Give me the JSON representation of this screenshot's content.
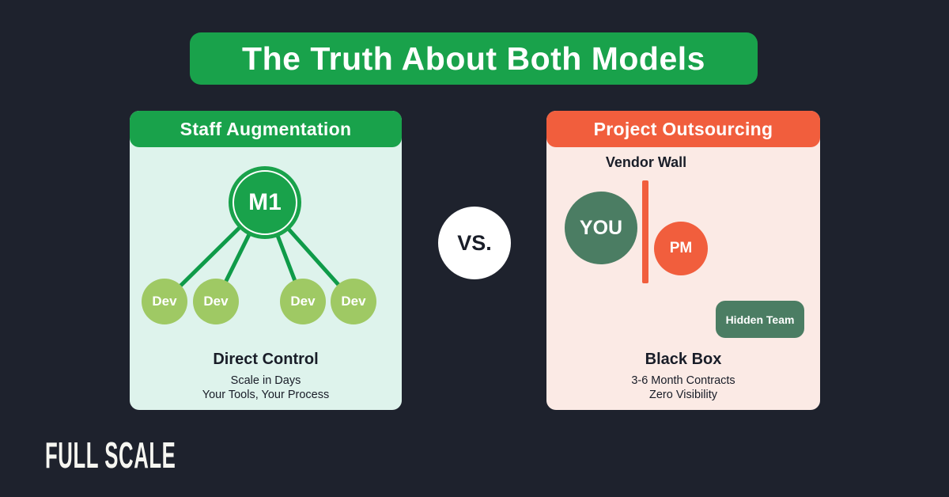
{
  "colors": {
    "background": "#1e222d",
    "green": "#19a24b",
    "linegreen": "#0f9b49",
    "mint": "#def3ec",
    "orange": "#f15e3d",
    "pink": "#fbeae5",
    "devgreen": "#9fc964",
    "darkgreen": "#4b7d63",
    "textdark": "#191d28"
  },
  "title": {
    "text": "The Truth About Both Models"
  },
  "vs": {
    "label": "VS."
  },
  "left_panel": {
    "header": "Staff Augmentation",
    "manager": "M1",
    "devs": [
      "Dev",
      "Dev",
      "Dev",
      "Dev"
    ],
    "headline": "Direct Control",
    "points": [
      "Scale in Days",
      "Your Tools, Your Process"
    ]
  },
  "right_panel": {
    "header": "Project Outsourcing",
    "wall_label": "Vendor Wall",
    "client": "YOU",
    "pm": "PM",
    "hidden_team": "Hidden Team",
    "headline": "Black Box",
    "points": [
      "3-6 Month Contracts",
      "Zero Visibility"
    ]
  },
  "footer": {
    "logo": "FULL SCALE"
  }
}
